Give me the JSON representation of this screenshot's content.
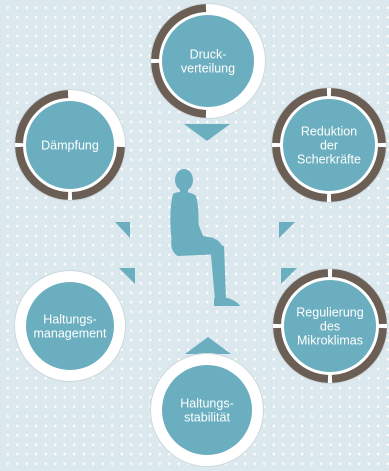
{
  "colors": {
    "background": "#dbe8ee",
    "dots": "#ffffff",
    "circle_fill": "#6aaebf",
    "ring_light": "#ffffff",
    "ring_dark": "#6b5f55",
    "arrow": "#6aaebf",
    "figure": "#6aaebf"
  },
  "nodes": [
    {
      "id": "druckverteilung",
      "lines": [
        "Druck-",
        "verteilung"
      ],
      "segments": [
        "light",
        "light",
        "dark",
        "dark"
      ]
    },
    {
      "id": "reduktion",
      "lines": [
        "Reduktion",
        "der",
        "Scherkräfte"
      ],
      "segments": [
        "dark",
        "dark",
        "dark",
        "dark"
      ]
    },
    {
      "id": "regulierung",
      "lines": [
        "Regulierung",
        "des",
        "Mikroklimas"
      ],
      "segments": [
        "dark",
        "dark",
        "dark",
        "dark"
      ]
    },
    {
      "id": "haltungsstabilitaet",
      "lines": [
        "Haltungs-",
        "stabilität"
      ],
      "segments": [
        "light",
        "light",
        "light",
        "light"
      ]
    },
    {
      "id": "haltungsmanagement",
      "lines": [
        "Haltungs-",
        "management"
      ],
      "segments": [
        "light",
        "light",
        "light",
        "light"
      ]
    },
    {
      "id": "daempfung",
      "lines": [
        "Dämpfung"
      ],
      "segments": [
        "light",
        "dark",
        "dark",
        "dark"
      ]
    }
  ],
  "center_icon": "seated-person-icon"
}
